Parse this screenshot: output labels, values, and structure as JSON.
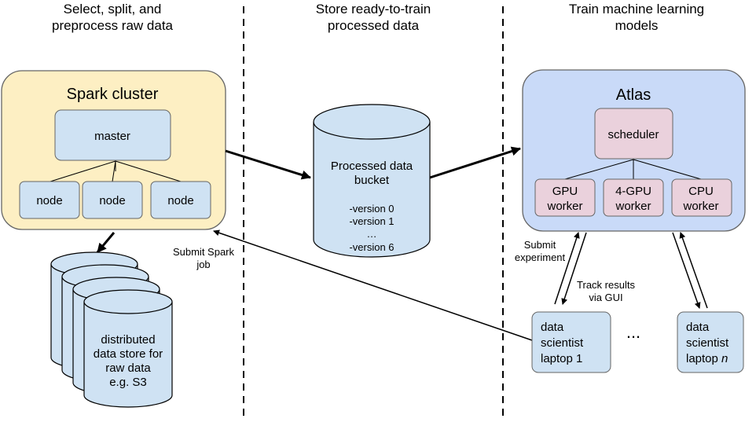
{
  "columns": {
    "left": {
      "line1": "Select, split, and",
      "line2": "preprocess raw data"
    },
    "middle": {
      "line1": "Store ready-to-train",
      "line2": "processed data"
    },
    "right": {
      "line1": "Train machine learning",
      "line2": "models"
    }
  },
  "spark": {
    "title": "Spark cluster",
    "master": "master",
    "nodes": [
      "node",
      "node",
      "node"
    ]
  },
  "datastore": {
    "lines": [
      "distributed",
      "data store for",
      "raw data",
      "e.g. S3"
    ]
  },
  "bucket": {
    "title_line1": "Processed data",
    "title_line2": "bucket",
    "versions": [
      "-version 0",
      "-version 1",
      "…",
      "-version 6"
    ]
  },
  "atlas": {
    "title": "Atlas",
    "scheduler": "scheduler",
    "workers": [
      {
        "line1": "GPU",
        "line2": "worker"
      },
      {
        "line1": "4-GPU",
        "line2": "worker"
      },
      {
        "line1": "CPU",
        "line2": "worker"
      }
    ]
  },
  "laptops": [
    {
      "line1": "data",
      "line2": "scientist",
      "line3_prefix": "laptop ",
      "line3_suffix": "1"
    },
    {
      "line1": "data",
      "line2": "scientist",
      "line3_prefix": "laptop ",
      "line3_suffix": "n"
    }
  ],
  "ellipsis": "...",
  "edge_labels": {
    "submit_spark_line1": "Submit Spark",
    "submit_spark_line2": "job",
    "submit_experiment_line1": "Submit",
    "submit_experiment_line2": "experiment",
    "track_results_line1": "Track results",
    "track_results_line2": "via GUI"
  },
  "colors": {
    "spark_fill": "#fdefc3",
    "atlas_fill": "#c9daf8",
    "node_fill": "#cfe2f3",
    "worker_fill": "#ead1dc",
    "stroke": "#666666"
  }
}
